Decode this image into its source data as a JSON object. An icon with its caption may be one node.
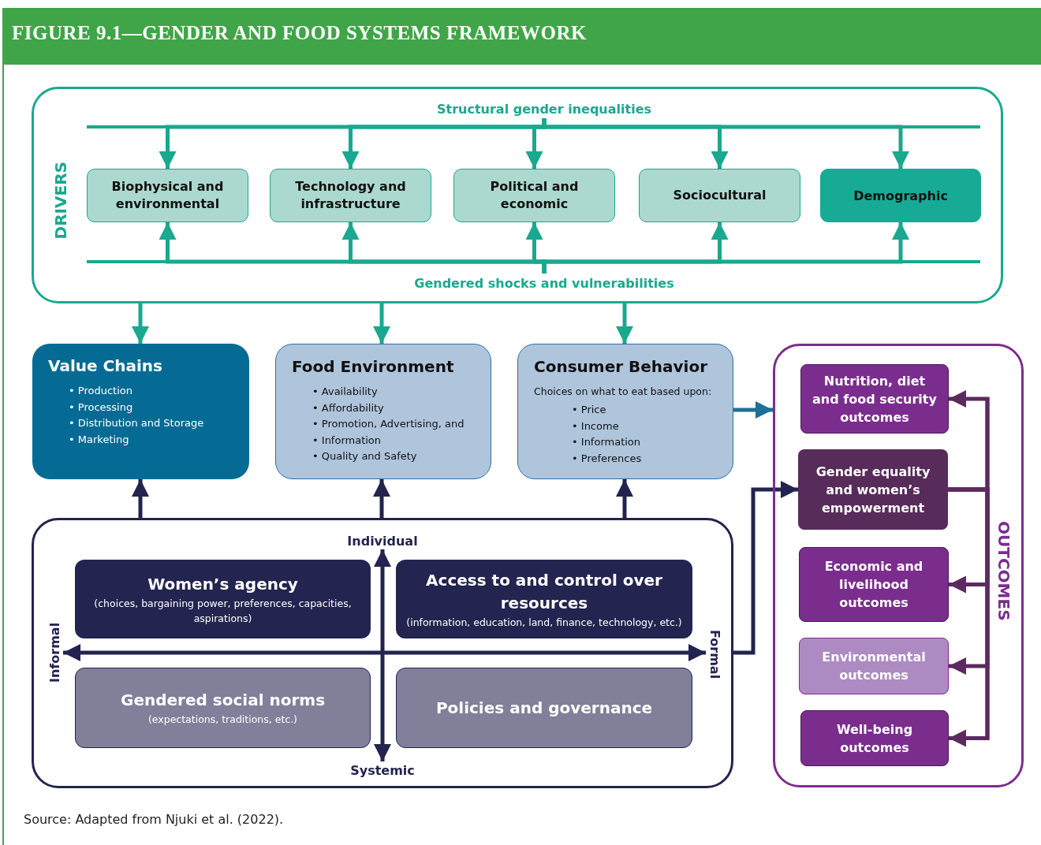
{
  "diagram": {
    "title": "FIGURE 9.1—GENDER AND FOOD SYSTEMS FRAMEWORK",
    "caption": "Source: Adapted from Njuki et al. (2022).",
    "nodes": [
      {
        "text": [
          "DRIVERS"
        ]
      },
      {
        "text": [
          "Structural gender inequalities"
        ],
        "in": 0
      },
      {
        "text": [
          "Biophysical and environmental"
        ],
        "in": 0
      },
      {
        "text": [
          "Technology and infrastructure"
        ],
        "in": 0
      },
      {
        "text": [
          "Political and economic"
        ],
        "in": 0
      },
      {
        "text": [
          "Sociocultural"
        ],
        "in": 0
      },
      {
        "text": [
          "Demographic"
        ],
        "in": 0
      },
      {
        "text": [
          "Gendered shocks and vulnerabilities"
        ],
        "in": 0
      },
      {
        "text": [
          "Value Chains",
          "• Production",
          "• Processing",
          "• Distribution and Storage",
          "• Marketing"
        ]
      },
      {
        "text": [
          "Food Environment",
          "• Availability",
          "• Affordability",
          "• Promotion, Advertising, and",
          "• Information",
          "• Quality and Safety"
        ]
      },
      {
        "text": [
          "Consumer Behavior",
          "Choices on what to eat based upon:",
          "• Price",
          "• Income",
          "• Information",
          "• Preferences"
        ]
      },
      {
        "text": [],
        "shape": "box"
      },
      {
        "text": [
          "Women’s agency",
          "(choices, bargaining power, preferences, capacities, aspirations)"
        ],
        "in": 11
      },
      {
        "text": [
          "Access to and control over resources",
          "(information, education, land, finance, technology, etc.)"
        ],
        "in": 11
      },
      {
        "text": [
          "Gendered social norms",
          "(expectations, traditions, etc.)"
        ],
        "in": 11
      },
      {
        "text": [
          "Policies and governance"
        ],
        "in": 11
      },
      {
        "text": [
          "OUTCOMES"
        ]
      },
      {
        "text": [
          "Nutrition, diet and food security outcomes"
        ],
        "in": 16
      },
      {
        "text": [
          "Gender equality and women’s empowerment"
        ],
        "in": 16
      },
      {
        "text": [
          "Economic and livelihood outcomes"
        ],
        "in": 16
      },
      {
        "text": [
          "Environmental outcomes"
        ],
        "in": 16
      },
      {
        "text": [
          "Well-being outcomes"
        ],
        "in": 16
      },
      {
        "text": [
          "Individual"
        ],
        "in": 11
      },
      {
        "text": [
          "Informal"
        ],
        "in": 11
      },
      {
        "text": [
          "Formal"
        ],
        "in": 11
      },
      {
        "text": [
          "Systemic"
        ],
        "in": 11
      }
    ],
    "edges": [
      {
        "from": 1,
        "to": 2,
        "arrow": "to"
      },
      {
        "from": 1,
        "to": 3,
        "arrow": "to"
      },
      {
        "from": 1,
        "to": 4,
        "arrow": "to"
      },
      {
        "from": 1,
        "to": 5,
        "arrow": "to"
      },
      {
        "from": 1,
        "to": 6,
        "arrow": "to"
      },
      {
        "from": 7,
        "to": 2,
        "arrow": "to"
      },
      {
        "from": 7,
        "to": 3,
        "arrow": "to"
      },
      {
        "from": 7,
        "to": 4,
        "arrow": "to"
      },
      {
        "from": 7,
        "to": 5,
        "arrow": "to"
      },
      {
        "from": 7,
        "to": 6,
        "arrow": "to"
      },
      {
        "from": 0,
        "to": 8,
        "arrow": "to"
      },
      {
        "from": 0,
        "to": 9,
        "arrow": "to"
      },
      {
        "from": 0,
        "to": 10,
        "arrow": "to"
      },
      {
        "from": 10,
        "to": 16,
        "arrow": "to",
        "color": "#1f6f96"
      },
      {
        "from": 11,
        "to": 8,
        "arrow": "to",
        "color": "#23234f"
      },
      {
        "from": 11,
        "to": 9,
        "arrow": "to",
        "color": "#23234f"
      },
      {
        "from": 11,
        "to": 10,
        "arrow": "to",
        "color": "#23234f"
      },
      {
        "from": 11,
        "to": 18,
        "arrow": "to",
        "color": "#23234f"
      },
      {
        "from": 18,
        "to": 17,
        "arrow": "to",
        "color": "#5b2a5f"
      },
      {
        "from": 18,
        "to": 19,
        "arrow": "to",
        "color": "#5b2a5f"
      },
      {
        "from": 18,
        "to": 20,
        "arrow": "to",
        "color": "#5b2a5f"
      },
      {
        "from": 18,
        "to": 21,
        "arrow": "to",
        "color": "#5b2a5f"
      },
      {
        "from": 22,
        "to": 25,
        "arrow": "both",
        "color": "#23234f"
      },
      {
        "from": 23,
        "to": 24,
        "arrow": "both",
        "color": "#23234f"
      }
    ]
  }
}
